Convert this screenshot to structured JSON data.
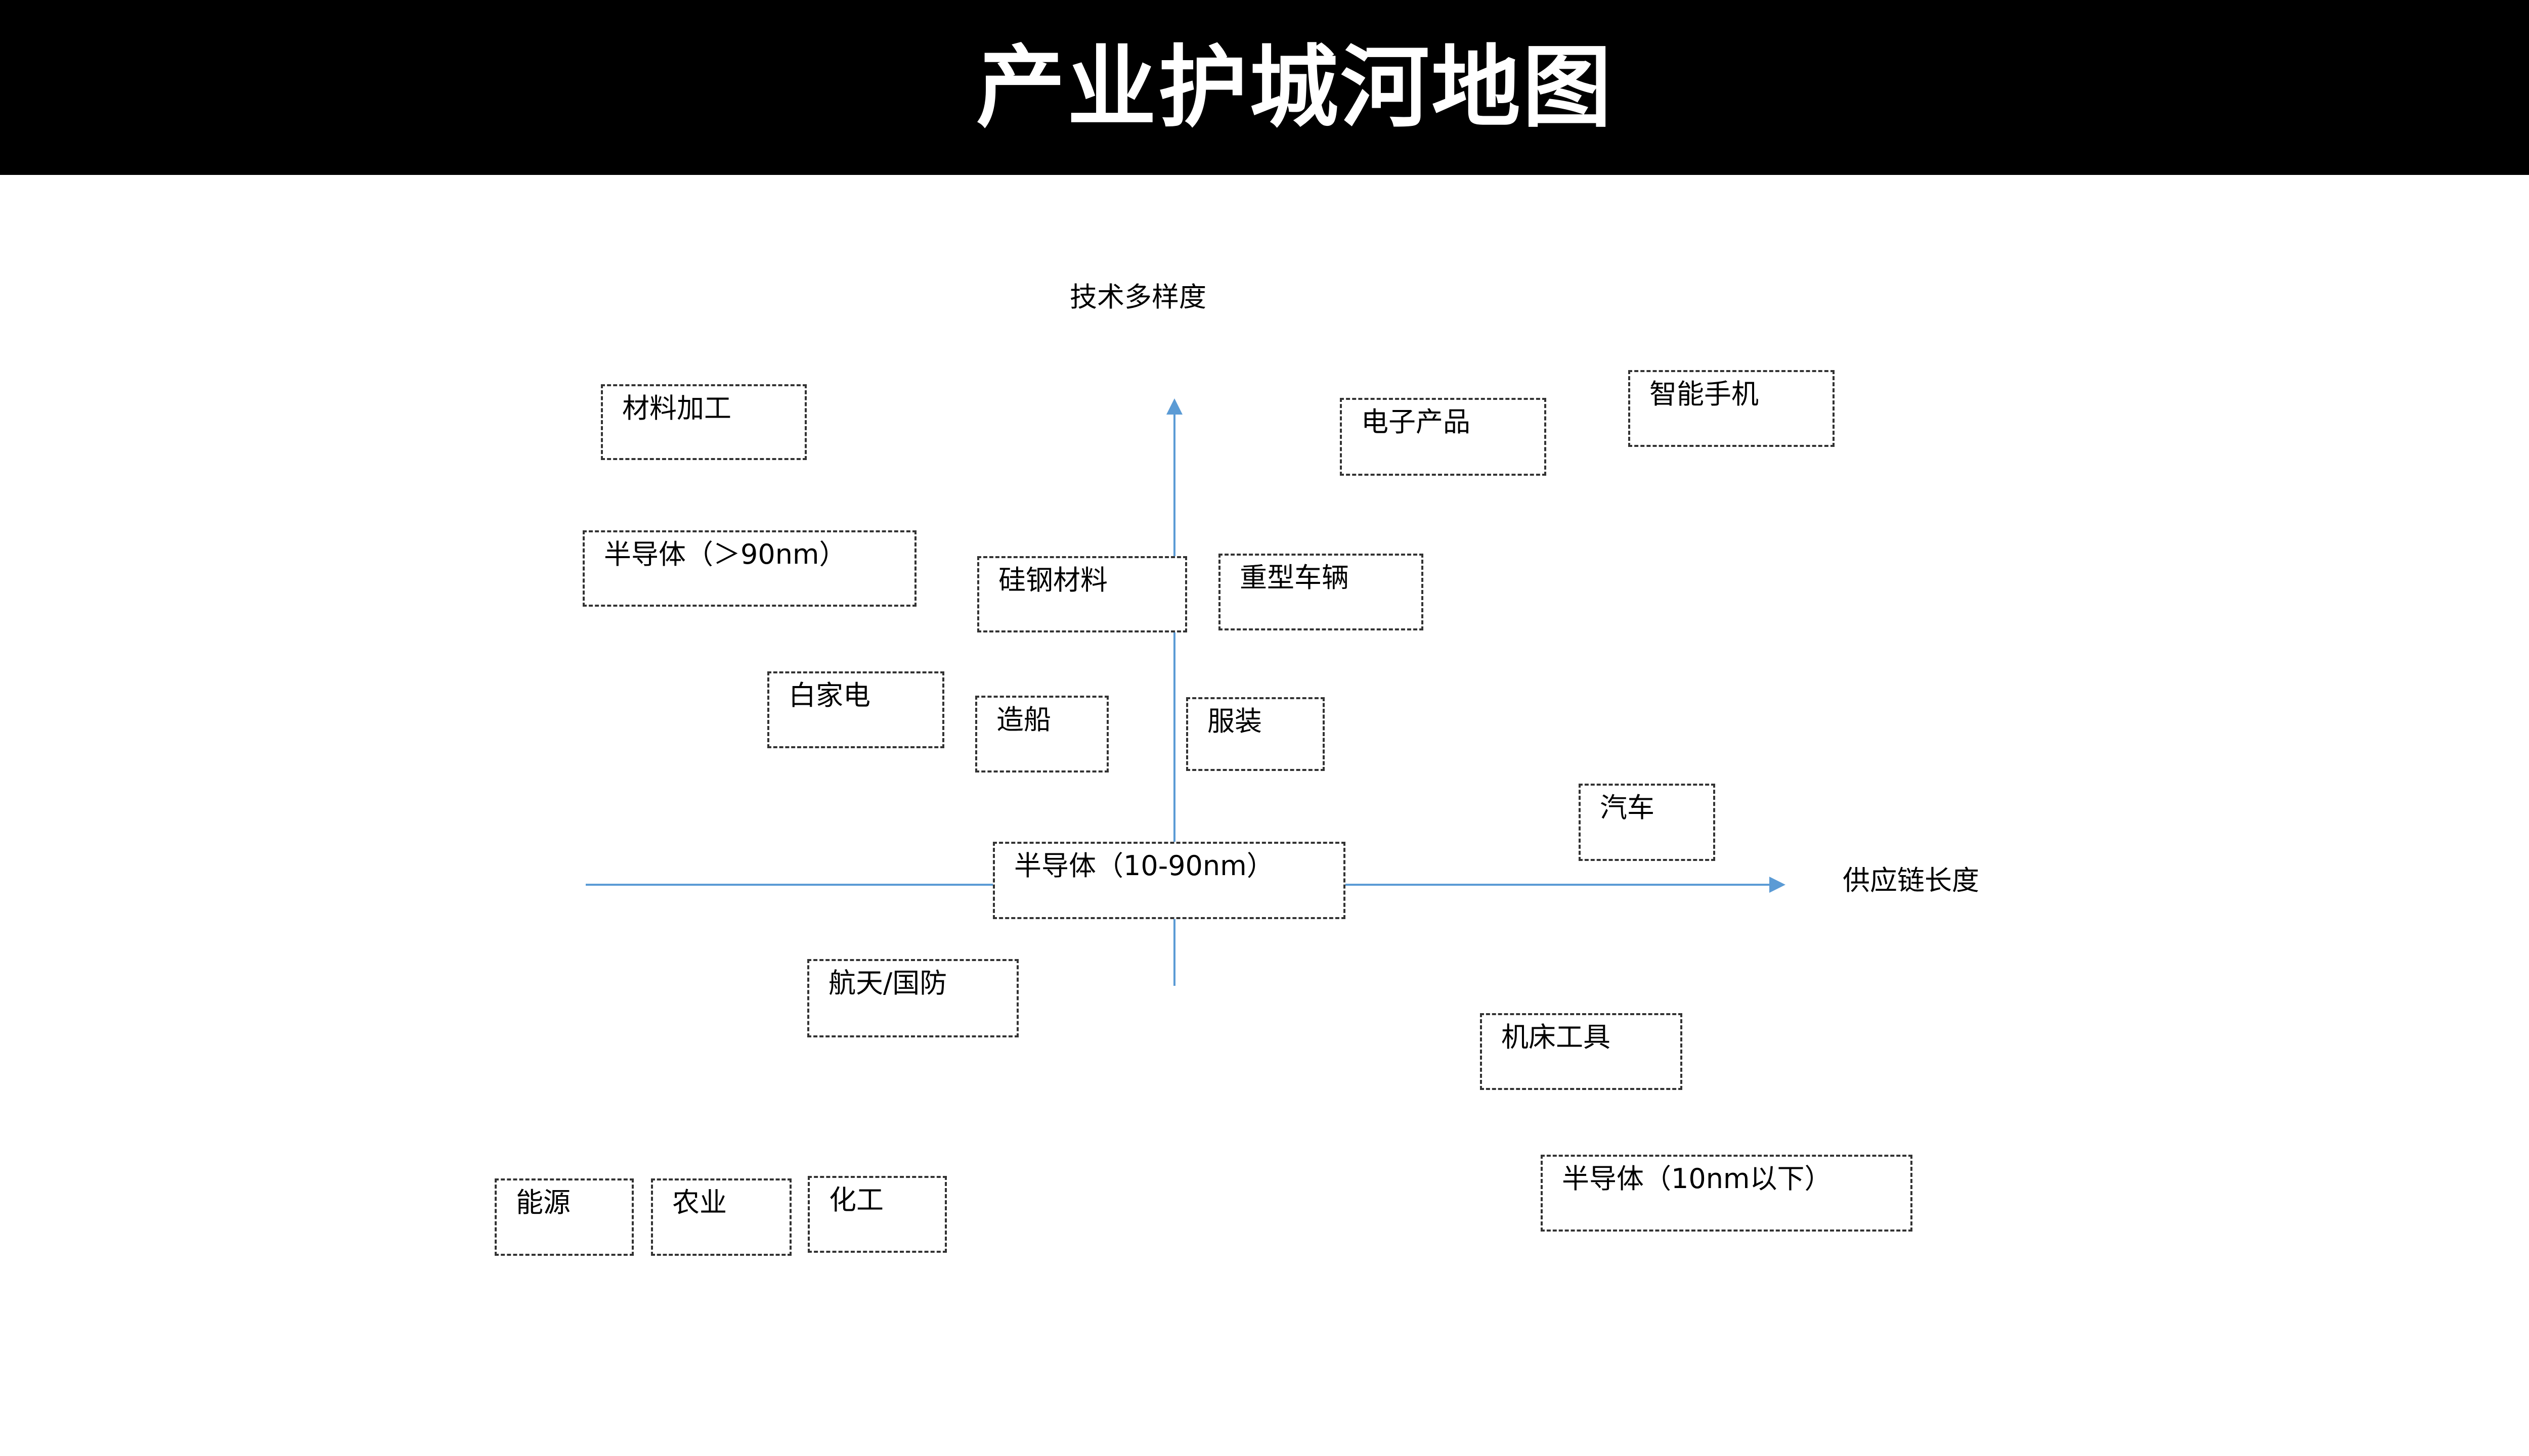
{
  "title": "产业护城河地图",
  "axes": {
    "y_label": "技术多样度",
    "x_label": "供应链长度"
  },
  "nodes": {
    "materials_processing": "材料加工",
    "semi_gt90": "半导体（＞90nm）",
    "white_goods": "白家电",
    "silicon_steel": "硅钢材料",
    "shipbuilding": "造船",
    "apparel": "服装",
    "heavy_vehicles": "重型车辆",
    "electronics": "电子产品",
    "smartphones": "智能手机",
    "automobiles": "汽车",
    "semi_10_90": "半导体（10-90nm）",
    "aerospace_defense": "航天/国防",
    "machine_tools": "机床工具",
    "energy": "能源",
    "agriculture": "农业",
    "chemicals": "化工",
    "semi_lt10": "半导体（10nm以下）"
  },
  "colors": {
    "axis": "#5b9bd5",
    "title_bar": "#000000",
    "title_text": "#ffffff",
    "border": "#333333"
  }
}
